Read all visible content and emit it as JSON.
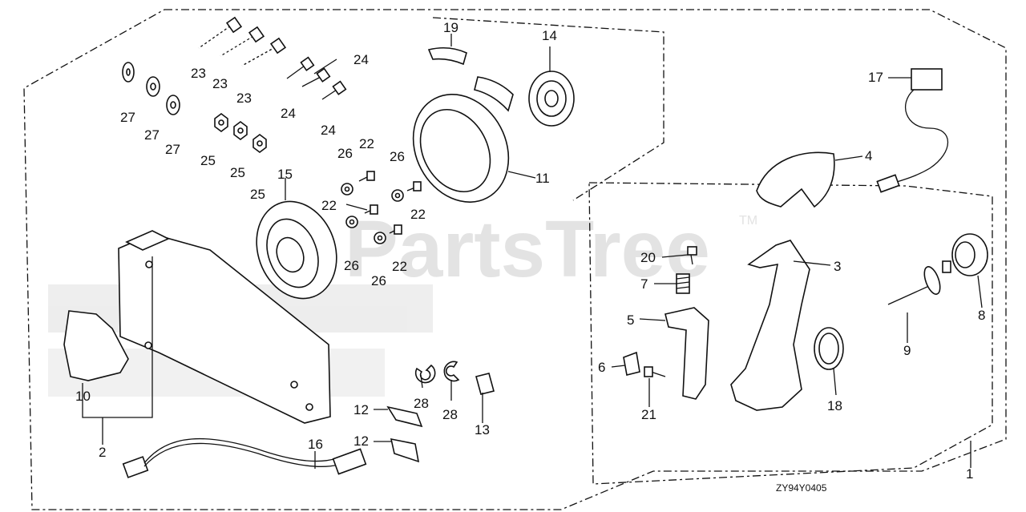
{
  "diagram": {
    "drawing_code": "ZY94Y0405",
    "watermark": {
      "text": "PartsTree",
      "trademark": "TM"
    },
    "callouts": [
      "1",
      "2",
      "3",
      "4",
      "5",
      "6",
      "7",
      "8",
      "9",
      "10",
      "11",
      "12",
      "12",
      "13",
      "14",
      "15",
      "16",
      "17",
      "18",
      "19",
      "20",
      "21",
      "22",
      "22",
      "22",
      "22",
      "23",
      "23",
      "23",
      "24",
      "24",
      "24",
      "25",
      "25",
      "25",
      "26",
      "26",
      "26",
      "26",
      "27",
      "27",
      "27",
      "28"
    ]
  }
}
